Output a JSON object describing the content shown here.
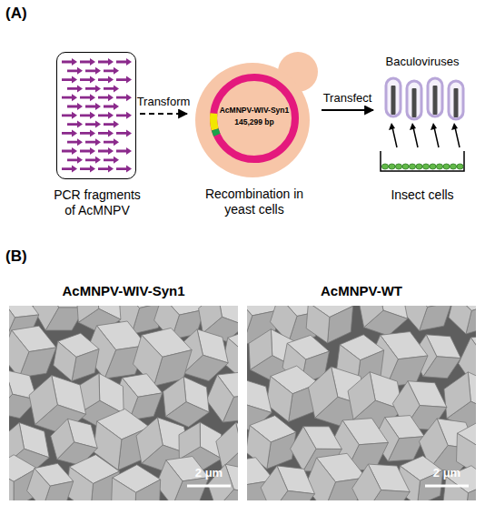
{
  "diagram": {
    "nodes": [
      {
        "text": [
          "PCR fragments of AcMNPV"
        ]
      },
      {
        "text": [
          "Recombination in yeast cells"
        ]
      },
      {
        "text": [
          "AcMNPV-WIV-Syn1",
          "145,299 bp"
        ],
        "in": 1
      },
      {
        "text": [
          "Insect cells"
        ]
      },
      {
        "text": [
          "AcMNPV-WIV-Syn1",
          "2 μm"
        ]
      },
      {
        "text": [
          "AcMNPV-WT",
          "2 μm"
        ]
      }
    ],
    "edges": [
      {
        "from": 0,
        "to": 1,
        "label": "Transform",
        "arrow": "to"
      },
      {
        "from": 1,
        "to": 3,
        "label": "Transfect",
        "arrow": "to"
      }
    ],
    "labels": [
      "(A)",
      "(B)",
      "Baculoviruses"
    ]
  }
}
